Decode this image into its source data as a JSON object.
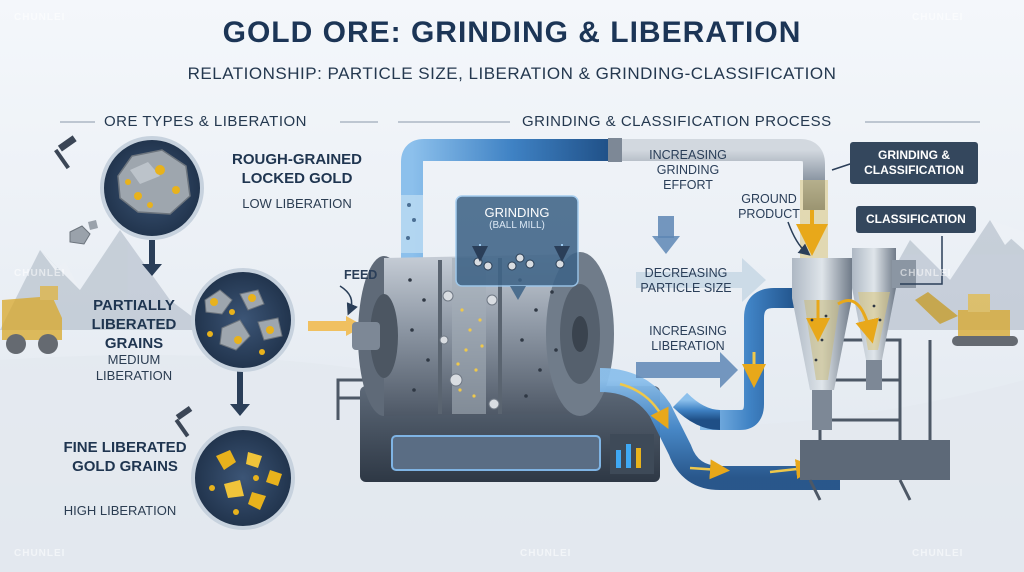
{
  "title": "GOLD ORE: GRINDING & LIBERATION",
  "subtitle": "RELATIONSHIP: PARTICLE SIZE, LIBERATION & GRINDING-CLASSIFICATION",
  "left_section": {
    "heading": "ORE TYPES & LIBERATION",
    "stages": [
      {
        "name": "ROUGH-GRAINED LOCKED GOLD",
        "liberation": "LOW LIBERATION"
      },
      {
        "name": "PARTIALLY LIBERATED GRAINS",
        "liberation": "MEDIUM LIBERATION"
      },
      {
        "name": "FINE LIBERATED GOLD GRAINS",
        "liberation": "HIGH LIBERATION"
      }
    ]
  },
  "right_section": {
    "heading": "GRINDING & CLASSIFICATION PROCESS",
    "feed_label": "FEED",
    "mill_label": "GRINDING",
    "mill_sublabel": "(BALL MILL)",
    "increasing_effort": "INCREASING GRINDING EFFORT",
    "decreasing_size": "DECREASING PARTICLE SIZE",
    "increasing_liberation": "INCREASING LIBERATION",
    "ground_product": "GROUND PRODUCT",
    "tag_grinding_classification": "GRINDING & CLASSIFICATION",
    "tag_classification": "CLASSIFICATION"
  },
  "watermark": "CHUNLEI",
  "colors": {
    "title": "#1c3556",
    "gold": "#e8b21c",
    "pipe_blue": "#3f82c4",
    "steel": "#7d8896",
    "tag_bg": "#34475d",
    "circle_bg": "#2a3f5c"
  }
}
